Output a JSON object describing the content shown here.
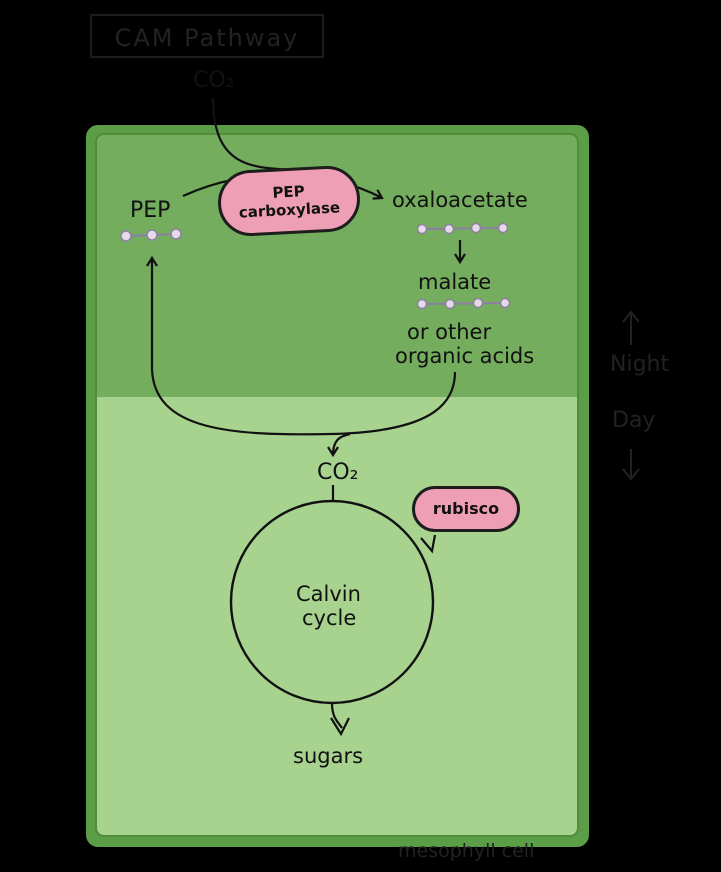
{
  "title": "CAM Pathway",
  "co2_top": "CO₂",
  "molecules": {
    "pep": "PEP",
    "oxaloacetate": "oxaloacetate",
    "malate": "malate",
    "other_acids_line1": "or other",
    "other_acids_line2": "organic acids",
    "co2_day": "CO₂",
    "sugars": "sugars"
  },
  "enzymes": {
    "pep_carboxylase_line1": "PEP",
    "pep_carboxylase_line2": "carboxylase",
    "rubisco": "rubisco"
  },
  "calvin": {
    "line1": "Calvin",
    "line2": "cycle"
  },
  "time_labels": {
    "night": "Night",
    "day": "Day"
  },
  "cell_label": "mesophyll cell",
  "colors": {
    "night_zone": "#74ad5e",
    "day_zone": "#a7d38e",
    "cell_border": "#5c9e47",
    "enzyme_fill": "#ee9fb5",
    "background": "#000000"
  }
}
